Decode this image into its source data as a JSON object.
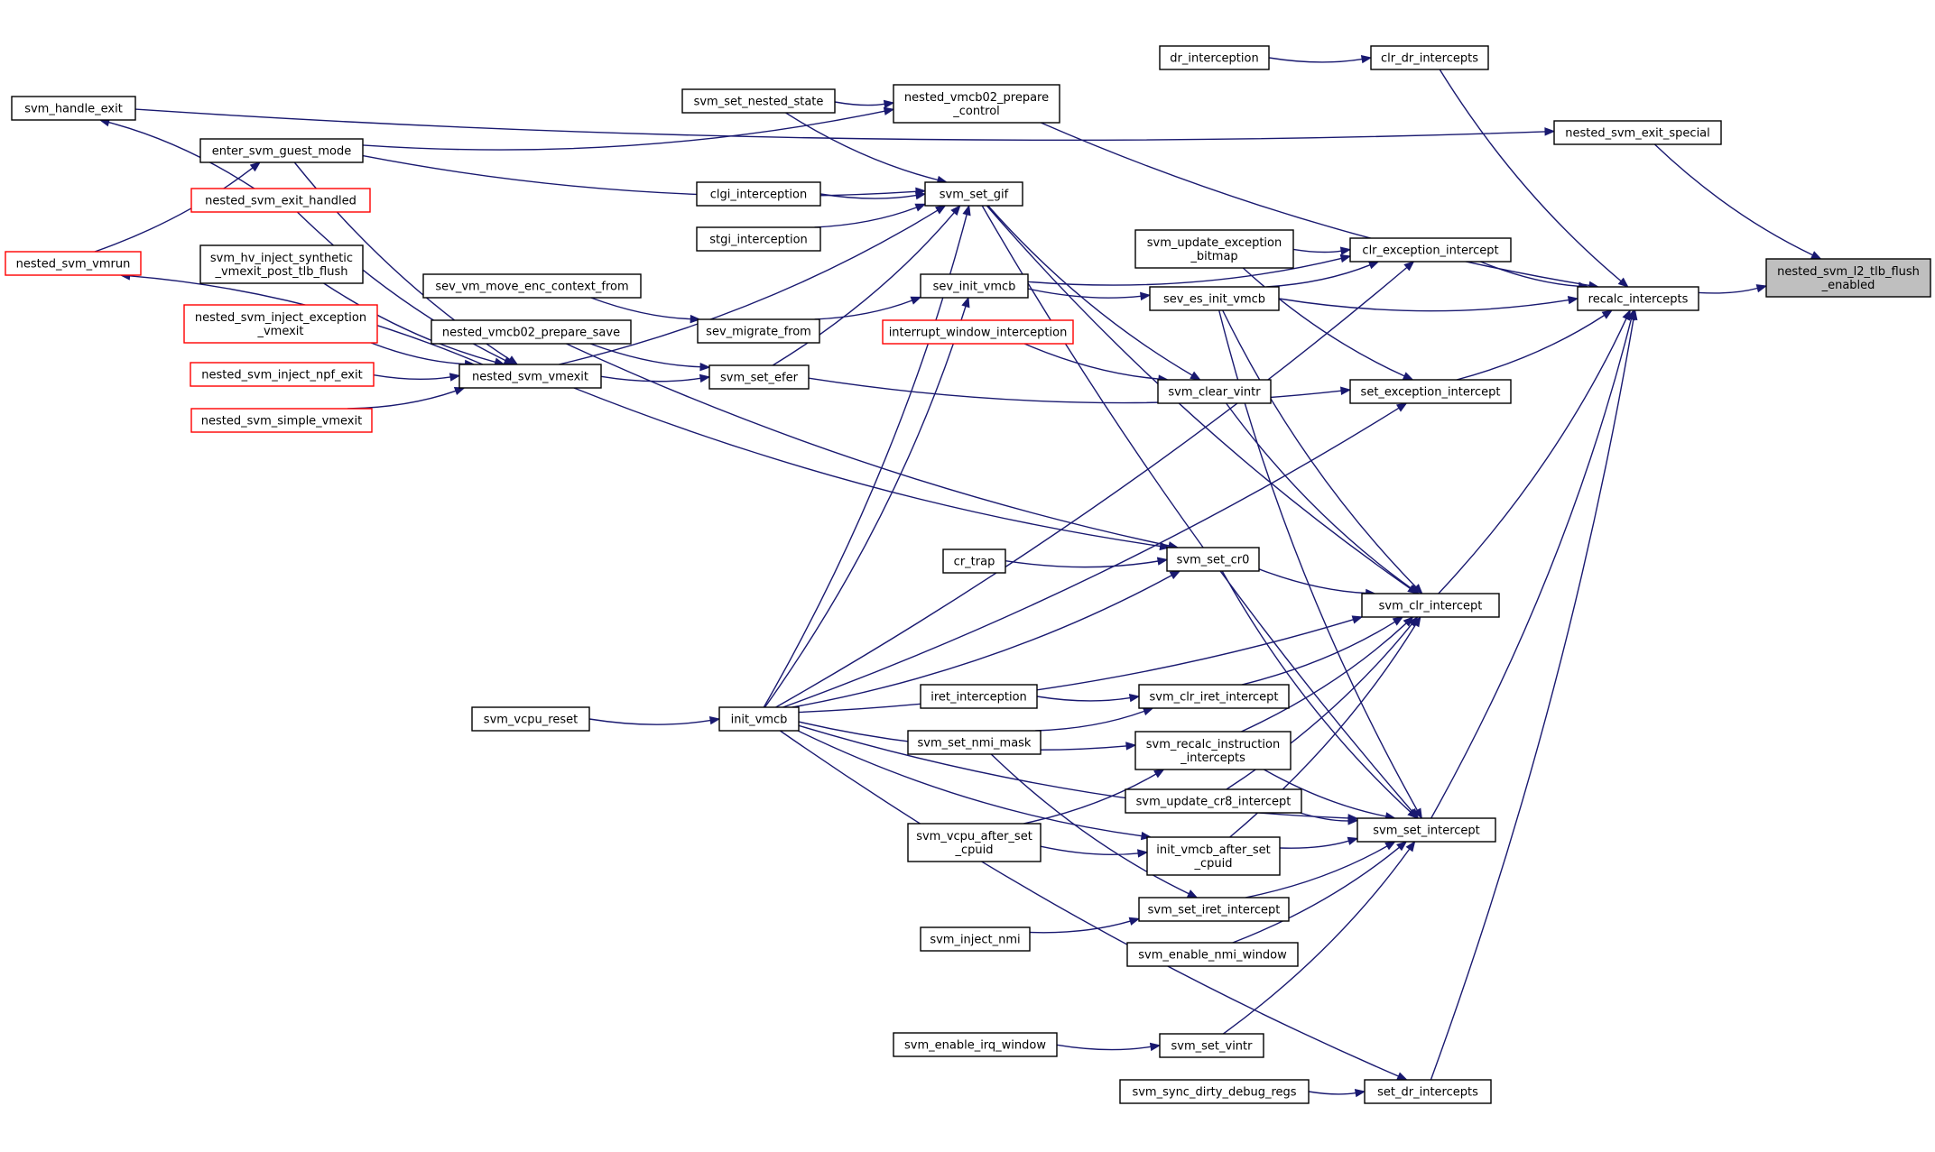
{
  "graph": {
    "colors": {
      "edge": "#191970",
      "root_fill": "#bfbfbf",
      "red_border": "#ff0000",
      "black_border": "#000000"
    },
    "nodes": [
      {
        "id": "svm_handle_exit",
        "lines": [
          "svm_handle_exit"
        ]
      },
      {
        "id": "nested_svm_vmrun",
        "lines": [
          "nested_svm_vmrun"
        ],
        "style": "red"
      },
      {
        "id": "enter_svm_guest_mode",
        "lines": [
          "enter_svm_guest_mode"
        ]
      },
      {
        "id": "nested_svm_exit_handled",
        "lines": [
          "nested_svm_exit_handled"
        ],
        "style": "red"
      },
      {
        "id": "svm_hv_inject_synthetic_vmexit_post_tlb_flush",
        "lines": [
          "svm_hv_inject_synthetic",
          "_vmexit_post_tlb_flush"
        ]
      },
      {
        "id": "nested_svm_inject_exception_vmexit",
        "lines": [
          "nested_svm_inject_exception",
          "_vmexit"
        ],
        "style": "red"
      },
      {
        "id": "nested_svm_inject_npf_exit",
        "lines": [
          "nested_svm_inject_npf_exit"
        ],
        "style": "red"
      },
      {
        "id": "nested_svm_simple_vmexit",
        "lines": [
          "nested_svm_simple_vmexit"
        ],
        "style": "red"
      },
      {
        "id": "sev_vm_move_enc_context_from",
        "lines": [
          "sev_vm_move_enc_context_from"
        ]
      },
      {
        "id": "nested_vmcb02_prepare_save",
        "lines": [
          "nested_vmcb02_prepare_save"
        ]
      },
      {
        "id": "nested_svm_vmexit",
        "lines": [
          "nested_svm_vmexit"
        ]
      },
      {
        "id": "svm_vcpu_reset",
        "lines": [
          "svm_vcpu_reset"
        ]
      },
      {
        "id": "svm_set_nested_state",
        "lines": [
          "svm_set_nested_state"
        ]
      },
      {
        "id": "clgi_interception",
        "lines": [
          "clgi_interception"
        ]
      },
      {
        "id": "stgi_interception",
        "lines": [
          "stgi_interception"
        ]
      },
      {
        "id": "sev_migrate_from",
        "lines": [
          "sev_migrate_from"
        ]
      },
      {
        "id": "svm_set_efer",
        "lines": [
          "svm_set_efer"
        ]
      },
      {
        "id": "init_vmcb",
        "lines": [
          "init_vmcb"
        ]
      },
      {
        "id": "nested_vmcb02_prepare_control",
        "lines": [
          "nested_vmcb02_prepare",
          "_control"
        ]
      },
      {
        "id": "svm_set_gif",
        "lines": [
          "svm_set_gif"
        ]
      },
      {
        "id": "sev_init_vmcb",
        "lines": [
          "sev_init_vmcb"
        ]
      },
      {
        "id": "interrupt_window_interception",
        "lines": [
          "interrupt_window_interception"
        ],
        "style": "red"
      },
      {
        "id": "cr_trap",
        "lines": [
          "cr_trap"
        ]
      },
      {
        "id": "iret_interception",
        "lines": [
          "iret_interception"
        ]
      },
      {
        "id": "svm_set_nmi_mask",
        "lines": [
          "svm_set_nmi_mask"
        ]
      },
      {
        "id": "svm_vcpu_after_set_cpuid",
        "lines": [
          "svm_vcpu_after_set",
          "_cpuid"
        ]
      },
      {
        "id": "svm_inject_nmi",
        "lines": [
          "svm_inject_nmi"
        ]
      },
      {
        "id": "svm_enable_irq_window",
        "lines": [
          "svm_enable_irq_window"
        ]
      },
      {
        "id": "svm_sync_dirty_debug_regs",
        "lines": [
          "svm_sync_dirty_debug_regs"
        ]
      },
      {
        "id": "dr_interception",
        "lines": [
          "dr_interception"
        ]
      },
      {
        "id": "svm_update_exception_bitmap",
        "lines": [
          "svm_update_exception",
          "_bitmap"
        ]
      },
      {
        "id": "sev_es_init_vmcb",
        "lines": [
          "sev_es_init_vmcb"
        ]
      },
      {
        "id": "svm_clear_vintr",
        "lines": [
          "svm_clear_vintr"
        ]
      },
      {
        "id": "svm_set_cr0",
        "lines": [
          "svm_set_cr0"
        ]
      },
      {
        "id": "svm_clr_iret_intercept",
        "lines": [
          "svm_clr_iret_intercept"
        ]
      },
      {
        "id": "svm_recalc_instruction_intercepts",
        "lines": [
          "svm_recalc_instruction",
          "_intercepts"
        ]
      },
      {
        "id": "svm_update_cr8_intercept",
        "lines": [
          "svm_update_cr8_intercept"
        ]
      },
      {
        "id": "init_vmcb_after_set_cpuid",
        "lines": [
          "init_vmcb_after_set",
          "_cpuid"
        ]
      },
      {
        "id": "svm_set_iret_intercept",
        "lines": [
          "svm_set_iret_intercept"
        ]
      },
      {
        "id": "svm_enable_nmi_window",
        "lines": [
          "svm_enable_nmi_window"
        ]
      },
      {
        "id": "svm_set_vintr",
        "lines": [
          "svm_set_vintr"
        ]
      },
      {
        "id": "clr_dr_intercepts",
        "lines": [
          "clr_dr_intercepts"
        ]
      },
      {
        "id": "clr_exception_intercept",
        "lines": [
          "clr_exception_intercept"
        ]
      },
      {
        "id": "set_exception_intercept",
        "lines": [
          "set_exception_intercept"
        ]
      },
      {
        "id": "svm_clr_intercept",
        "lines": [
          "svm_clr_intercept"
        ]
      },
      {
        "id": "svm_set_intercept",
        "lines": [
          "svm_set_intercept"
        ]
      },
      {
        "id": "set_dr_intercepts",
        "lines": [
          "set_dr_intercepts"
        ]
      },
      {
        "id": "nested_svm_exit_special",
        "lines": [
          "nested_svm_exit_special"
        ]
      },
      {
        "id": "recalc_intercepts",
        "lines": [
          "recalc_intercepts"
        ]
      },
      {
        "id": "nested_svm_l2_tlb_flush_enabled",
        "lines": [
          "nested_svm_l2_tlb_flush",
          "_enabled"
        ],
        "style": "root"
      }
    ],
    "edges": [
      [
        "svm_handle_exit",
        "nested_svm_exit_special"
      ],
      [
        "nested_svm_exit_handled",
        "svm_handle_exit"
      ],
      [
        "nested_svm_vmrun",
        "enter_svm_guest_mode"
      ],
      [
        "nested_svm_vmexit",
        "nested_svm_vmrun"
      ],
      [
        "nested_svm_exit_handled",
        "nested_svm_vmexit"
      ],
      [
        "enter_svm_guest_mode",
        "nested_svm_vmexit"
      ],
      [
        "svm_hv_inject_synthetic_vmexit_post_tlb_flush",
        "nested_svm_vmexit"
      ],
      [
        "nested_svm_inject_exception_vmexit",
        "nested_svm_vmexit"
      ],
      [
        "nested_svm_inject_npf_exit",
        "nested_svm_vmexit"
      ],
      [
        "nested_svm_simple_vmexit",
        "nested_svm_vmexit"
      ],
      [
        "enter_svm_guest_mode",
        "nested_vmcb02_prepare_control"
      ],
      [
        "svm_set_nested_state",
        "nested_vmcb02_prepare_control"
      ],
      [
        "enter_svm_guest_mode",
        "svm_set_gif"
      ],
      [
        "svm_set_nested_state",
        "svm_set_gif"
      ],
      [
        "clgi_interception",
        "svm_set_gif"
      ],
      [
        "stgi_interception",
        "svm_set_gif"
      ],
      [
        "nested_svm_vmexit",
        "svm_set_gif"
      ],
      [
        "svm_set_efer",
        "svm_set_gif"
      ],
      [
        "init_vmcb",
        "svm_set_gif"
      ],
      [
        "sev_vm_move_enc_context_from",
        "sev_migrate_from"
      ],
      [
        "sev_migrate_from",
        "sev_init_vmcb"
      ],
      [
        "init_vmcb",
        "sev_init_vmcb"
      ],
      [
        "nested_svm_vmexit",
        "svm_set_efer"
      ],
      [
        "nested_vmcb02_prepare_save",
        "svm_set_efer"
      ],
      [
        "svm_vcpu_reset",
        "init_vmcb"
      ],
      [
        "nested_svm_vmexit",
        "svm_set_cr0"
      ],
      [
        "nested_vmcb02_prepare_save",
        "svm_set_cr0"
      ],
      [
        "cr_trap",
        "svm_set_cr0"
      ],
      [
        "init_vmcb",
        "svm_set_cr0"
      ],
      [
        "interrupt_window_interception",
        "svm_clear_vintr"
      ],
      [
        "svm_set_gif",
        "svm_clear_vintr"
      ],
      [
        "sev_init_vmcb",
        "sev_es_init_vmcb"
      ],
      [
        "iret_interception",
        "svm_clr_iret_intercept"
      ],
      [
        "svm_set_nmi_mask",
        "svm_clr_iret_intercept"
      ],
      [
        "init_vmcb",
        "svm_recalc_instruction_intercepts"
      ],
      [
        "svm_vcpu_after_set_cpuid",
        "svm_recalc_instruction_intercepts"
      ],
      [
        "svm_vcpu_after_set_cpuid",
        "init_vmcb_after_set_cpuid"
      ],
      [
        "init_vmcb",
        "init_vmcb_after_set_cpuid"
      ],
      [
        "svm_inject_nmi",
        "svm_set_iret_intercept"
      ],
      [
        "svm_set_nmi_mask",
        "svm_set_iret_intercept"
      ],
      [
        "svm_enable_irq_window",
        "svm_set_vintr"
      ],
      [
        "svm_sync_dirty_debug_regs",
        "set_dr_intercepts"
      ],
      [
        "init_vmcb",
        "set_dr_intercepts"
      ],
      [
        "dr_interception",
        "clr_dr_intercepts"
      ],
      [
        "svm_update_exception_bitmap",
        "clr_exception_intercept"
      ],
      [
        "sev_es_init_vmcb",
        "clr_exception_intercept"
      ],
      [
        "sev_init_vmcb",
        "clr_exception_intercept"
      ],
      [
        "init_vmcb",
        "clr_exception_intercept"
      ],
      [
        "svm_update_exception_bitmap",
        "set_exception_intercept"
      ],
      [
        "svm_set_efer",
        "set_exception_intercept"
      ],
      [
        "init_vmcb",
        "set_exception_intercept"
      ],
      [
        "svm_clear_vintr",
        "svm_clr_intercept"
      ],
      [
        "svm_set_cr0",
        "svm_clr_intercept"
      ],
      [
        "svm_clr_iret_intercept",
        "svm_clr_intercept"
      ],
      [
        "svm_recalc_instruction_intercepts",
        "svm_clr_intercept"
      ],
      [
        "svm_update_cr8_intercept",
        "svm_clr_intercept"
      ],
      [
        "init_vmcb_after_set_cpuid",
        "svm_clr_intercept"
      ],
      [
        "sev_es_init_vmcb",
        "svm_clr_intercept"
      ],
      [
        "svm_set_gif",
        "svm_clr_intercept"
      ],
      [
        "init_vmcb",
        "svm_clr_intercept"
      ],
      [
        "svm_set_cr0",
        "svm_set_intercept"
      ],
      [
        "svm_recalc_instruction_intercepts",
        "svm_set_intercept"
      ],
      [
        "svm_update_cr8_intercept",
        "svm_set_intercept"
      ],
      [
        "init_vmcb_after_set_cpuid",
        "svm_set_intercept"
      ],
      [
        "svm_set_iret_intercept",
        "svm_set_intercept"
      ],
      [
        "svm_enable_nmi_window",
        "svm_set_intercept"
      ],
      [
        "svm_set_vintr",
        "svm_set_intercept"
      ],
      [
        "sev_es_init_vmcb",
        "svm_set_intercept"
      ],
      [
        "svm_set_gif",
        "svm_set_intercept"
      ],
      [
        "init_vmcb",
        "svm_set_intercept"
      ],
      [
        "nested_svm_exit_special",
        "nested_svm_l2_tlb_flush_enabled"
      ],
      [
        "recalc_intercepts",
        "nested_svm_l2_tlb_flush_enabled"
      ],
      [
        "nested_vmcb02_prepare_control",
        "recalc_intercepts"
      ],
      [
        "clr_dr_intercepts",
        "recalc_intercepts"
      ],
      [
        "clr_exception_intercept",
        "recalc_intercepts"
      ],
      [
        "sev_es_init_vmcb",
        "recalc_intercepts"
      ],
      [
        "set_exception_intercept",
        "recalc_intercepts"
      ],
      [
        "svm_clr_intercept",
        "recalc_intercepts"
      ],
      [
        "svm_set_intercept",
        "recalc_intercepts"
      ],
      [
        "set_dr_intercepts",
        "recalc_intercepts"
      ]
    ]
  }
}
